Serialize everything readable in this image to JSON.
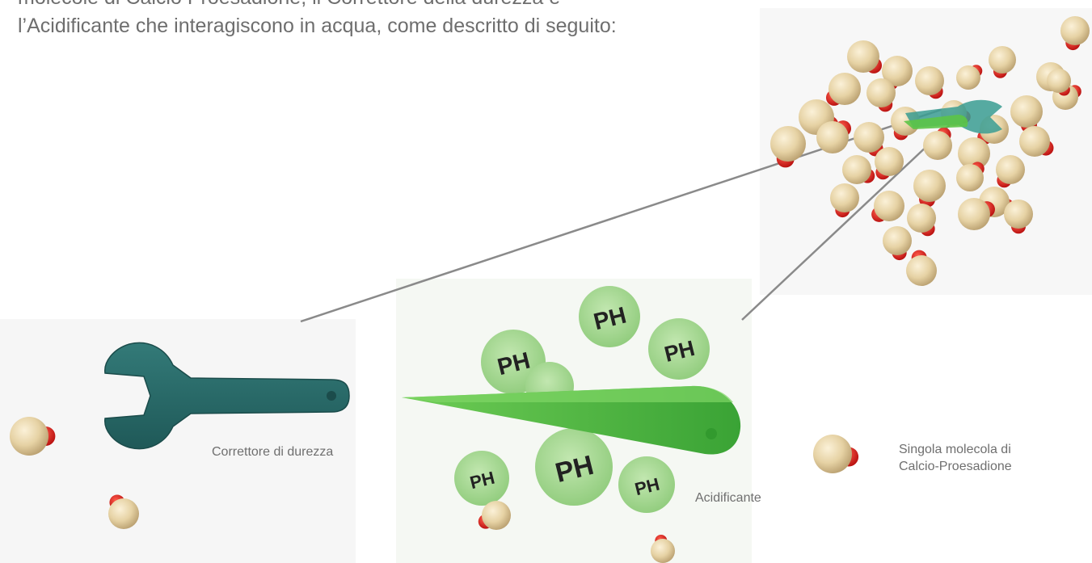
{
  "intro": {
    "line1": "molecole di Calcio Proesadione, il Correttore della durezza e",
    "line2": "l’Acidificante che interagiscono in acqua, come descritto di seguito:"
  },
  "labels": {
    "hardness_corrector": "Correttore di durezza",
    "acidifier": "Acidificante",
    "single_molecule_line1": "Singola molecola di",
    "single_molecule_line2": "Calcio-Proesadione"
  },
  "ph_text": "PH",
  "colors": {
    "text": "#6e6e6e",
    "wrench": "#2a6b6a",
    "acidifier_green": "#4cb944",
    "ph_bubble": "#9fd68e",
    "molecule_cream": "#e8d5a8",
    "molecule_red": "#e0201e",
    "leader_line": "#8a8a8a"
  }
}
